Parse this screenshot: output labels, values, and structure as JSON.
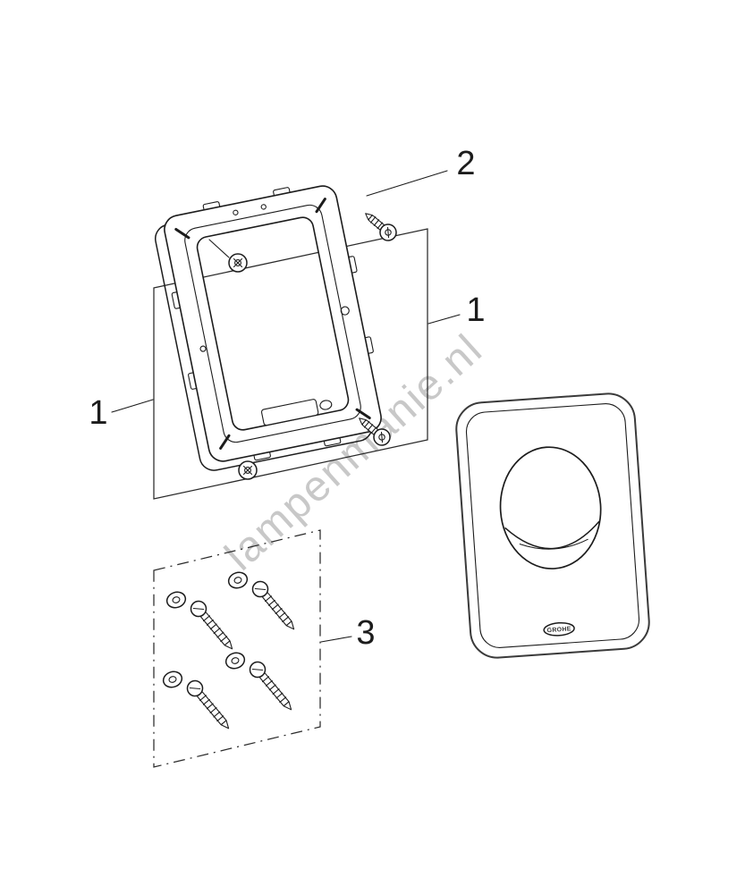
{
  "watermark": {
    "text": "lampenmanie.nl",
    "color": "#c6c6c6"
  },
  "callouts": {
    "part2": "2",
    "part1_right": "1",
    "part1_left": "1",
    "part3": "3"
  },
  "plate": {
    "logo": "GROHE"
  },
  "colors": {
    "line": "#1c1c1c",
    "background": "#ffffff",
    "watermark": "#c6c6c6"
  }
}
